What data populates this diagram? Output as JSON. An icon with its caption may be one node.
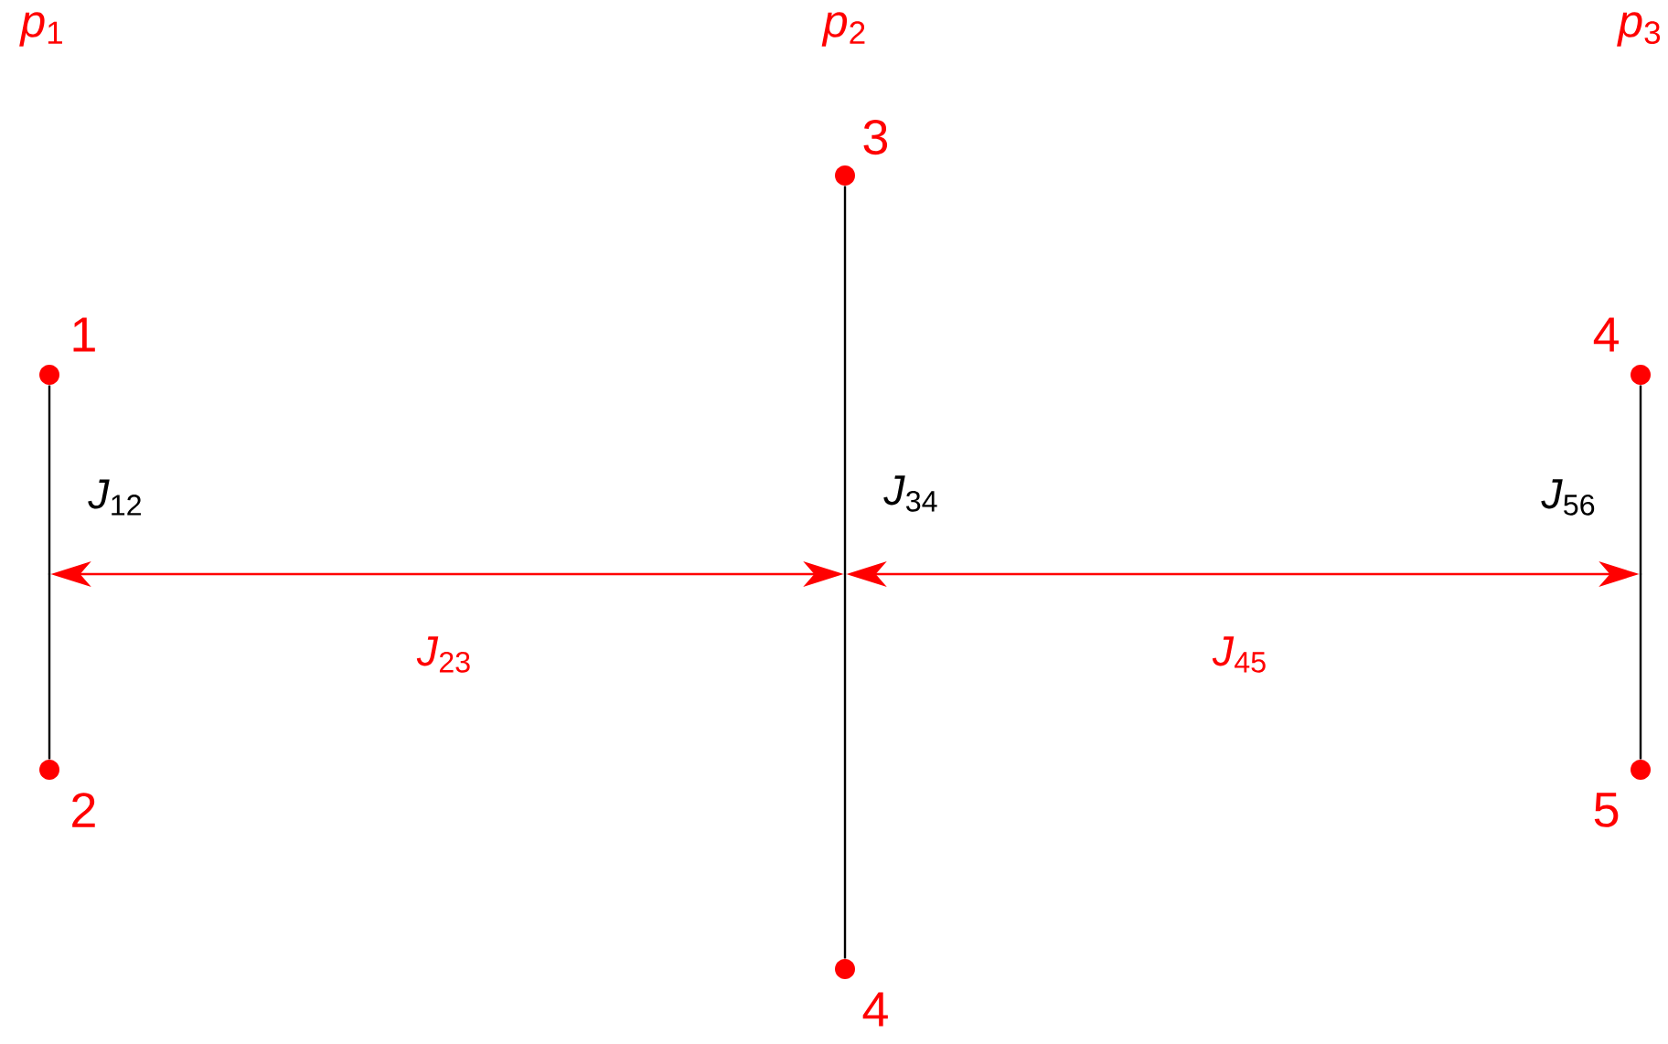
{
  "diagram": {
    "nodes": [
      {
        "text": [],
        "shape": "circle",
        "beside": [
          "3"
        ]
      },
      {
        "text": [],
        "shape": "circle",
        "beside": [
          "1"
        ]
      },
      {
        "text": [],
        "shape": "circle",
        "beside": [
          "4"
        ]
      },
      {
        "text": [],
        "shape": "circle",
        "beside": [
          "2"
        ]
      },
      {
        "text": [],
        "shape": "circle",
        "beside": [
          "5"
        ]
      },
      {
        "text": [],
        "shape": "circle",
        "beside": [
          "4"
        ]
      },
      {
        "text": [],
        "shape": "point"
      },
      {
        "text": [],
        "shape": "point"
      },
      {
        "text": [],
        "shape": "point"
      }
    ],
    "edges": [
      {
        "from": 1,
        "to": 3,
        "arrow": "none",
        "label": "*J*$_{12}$"
      },
      {
        "from": 0,
        "to": 5,
        "arrow": "none",
        "label": "*J*$_{34}$"
      },
      {
        "from": 2,
        "to": 4,
        "arrow": "none",
        "label": "*J*$_{56}$"
      },
      {
        "from": 6,
        "to": 7,
        "arrow": "both",
        "label": "*J*$_{23}$",
        "color": "#ff0000"
      },
      {
        "from": 7,
        "to": 8,
        "arrow": "both",
        "label": "*J*$_{45}$",
        "color": "#ff0000"
      }
    ],
    "labels": [
      "*p*$_{1}$",
      "*p*$_{2}$",
      "*p*$_{3}$"
    ]
  }
}
